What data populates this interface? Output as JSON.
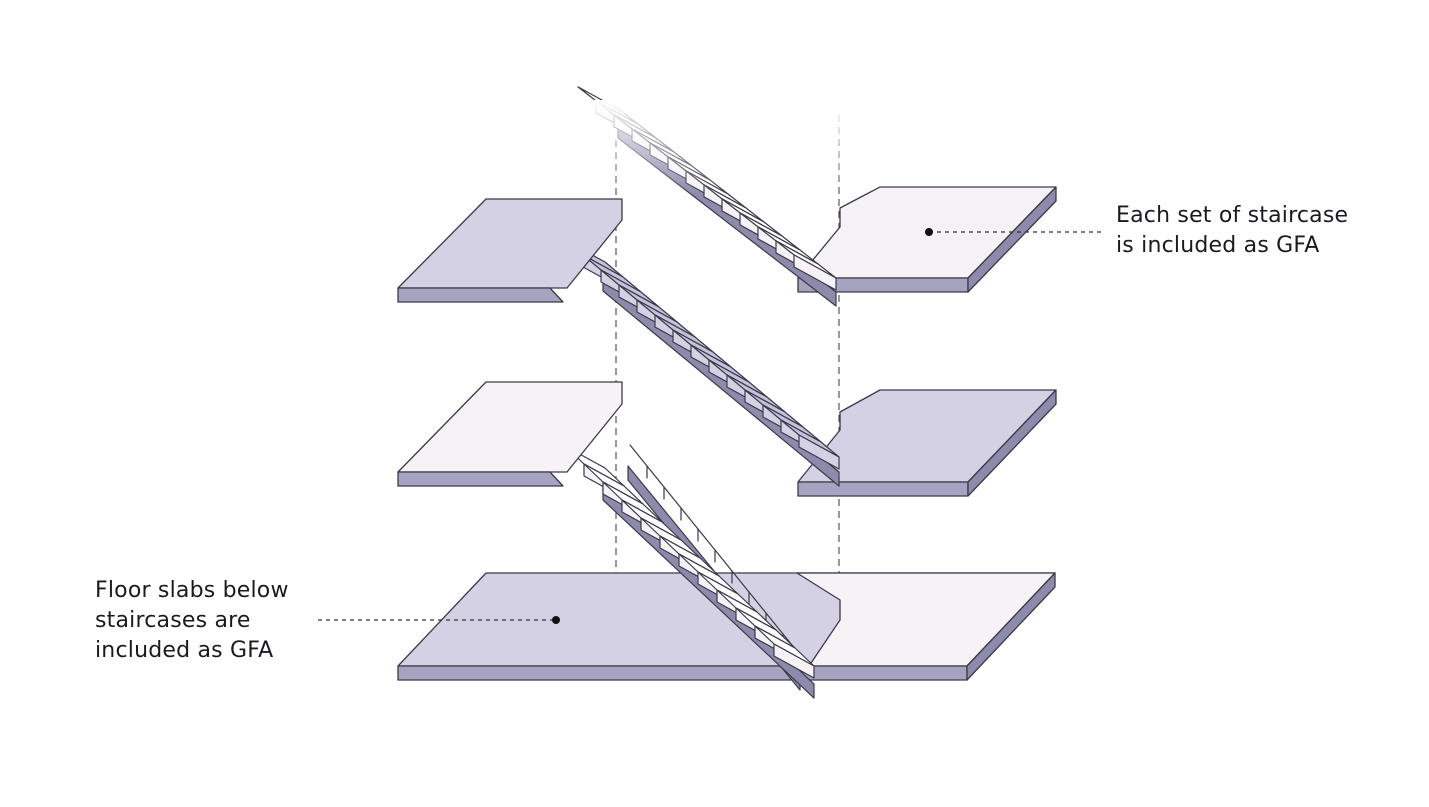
{
  "annotations": {
    "staircase_gfa": {
      "lines": [
        "Each set of staircase",
        "is included as GFA"
      ]
    },
    "floor_slab_gfa": {
      "lines": [
        "Floor slabs below",
        "staircases are",
        "included as GFA"
      ]
    }
  },
  "colors": {
    "slab_top_lavender": "#d3d1e3",
    "slab_top_pale": "#f7f2f6",
    "slab_edge": "#a6a3c0",
    "slab_side": "#8d8aab",
    "stroke": "#3a3a48",
    "dashed_guide": "#555560",
    "text": "#1b1b1f"
  }
}
